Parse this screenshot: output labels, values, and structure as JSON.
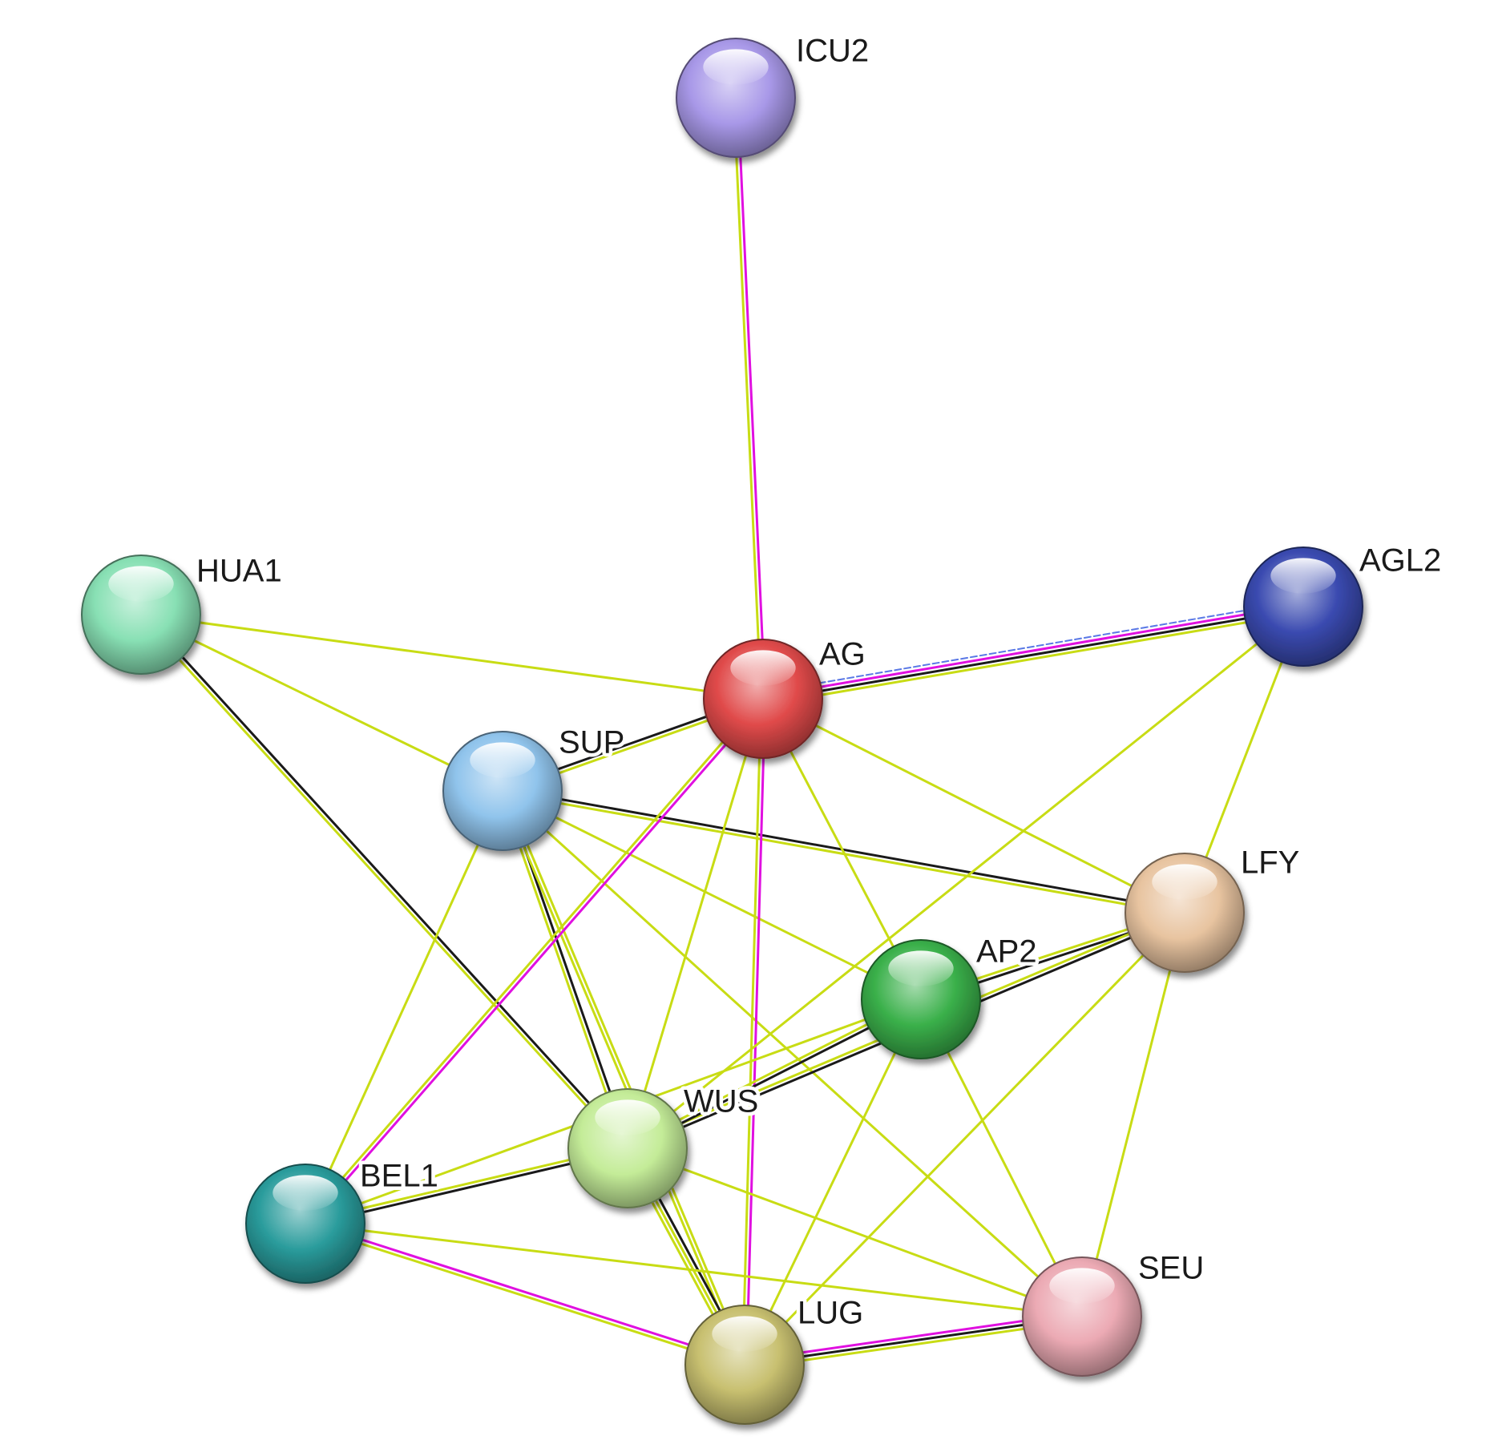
{
  "network": {
    "evidence_colors": {
      "textmining": "#c8dc14",
      "coexpression": "#1a1a1a",
      "experiments": "#e010e0",
      "homology": "#5a78e6"
    },
    "nodes": [
      {
        "id": "ICU2",
        "label": "ICU2",
        "color": "#a898e8"
      },
      {
        "id": "HUA1",
        "label": "HUA1",
        "color": "#88e0b4"
      },
      {
        "id": "AG",
        "label": "AG",
        "color": "#e04a4a"
      },
      {
        "id": "AGL2",
        "label": "AGL2",
        "color": "#3a4ab0"
      },
      {
        "id": "SUP",
        "label": "SUP",
        "color": "#90c4ec"
      },
      {
        "id": "LFY",
        "label": "LFY",
        "color": "#e8c4a0"
      },
      {
        "id": "AP2",
        "label": "AP2",
        "color": "#3ab04a"
      },
      {
        "id": "WUS",
        "label": "WUS",
        "color": "#c4ec98"
      },
      {
        "id": "BEL1",
        "label": "BEL1",
        "color": "#2a9c9c"
      },
      {
        "id": "SEU",
        "label": "SEU",
        "color": "#ecaab4"
      },
      {
        "id": "LUG",
        "label": "LUG",
        "color": "#c8c070"
      }
    ],
    "edges": [
      {
        "source": "ICU2",
        "target": "AG",
        "evidence": [
          "experiments",
          "textmining"
        ]
      },
      {
        "source": "AG",
        "target": "AGL2",
        "evidence": [
          "homology",
          "experiments",
          "coexpression",
          "textmining"
        ]
      },
      {
        "source": "HUA1",
        "target": "AG",
        "evidence": [
          "textmining"
        ]
      },
      {
        "source": "HUA1",
        "target": "SUP",
        "evidence": [
          "textmining"
        ]
      },
      {
        "source": "HUA1",
        "target": "WUS",
        "evidence": [
          "coexpression",
          "textmining"
        ]
      },
      {
        "source": "SUP",
        "target": "AG",
        "evidence": [
          "coexpression",
          "textmining"
        ]
      },
      {
        "source": "SUP",
        "target": "LFY",
        "evidence": [
          "coexpression",
          "textmining"
        ]
      },
      {
        "source": "SUP",
        "target": "AP2",
        "evidence": [
          "textmining"
        ]
      },
      {
        "source": "SUP",
        "target": "WUS",
        "evidence": [
          "coexpression",
          "textmining"
        ]
      },
      {
        "source": "SUP",
        "target": "BEL1",
        "evidence": [
          "textmining"
        ]
      },
      {
        "source": "SUP",
        "target": "SEU",
        "evidence": [
          "textmining"
        ]
      },
      {
        "source": "SUP",
        "target": "LUG",
        "evidence": [
          "textmining",
          "textmining"
        ]
      },
      {
        "source": "AG",
        "target": "LFY",
        "evidence": [
          "textmining"
        ]
      },
      {
        "source": "AG",
        "target": "AP2",
        "evidence": [
          "textmining"
        ]
      },
      {
        "source": "AG",
        "target": "WUS",
        "evidence": [
          "textmining"
        ]
      },
      {
        "source": "AG",
        "target": "BEL1",
        "evidence": [
          "experiments",
          "textmining"
        ]
      },
      {
        "source": "AG",
        "target": "LUG",
        "evidence": [
          "experiments",
          "textmining"
        ]
      },
      {
        "source": "AGL2",
        "target": "LFY",
        "evidence": [
          "textmining"
        ]
      },
      {
        "source": "AGL2",
        "target": "WUS",
        "evidence": [
          "textmining"
        ]
      },
      {
        "source": "LFY",
        "target": "AP2",
        "evidence": [
          "coexpression",
          "textmining"
        ]
      },
      {
        "source": "LFY",
        "target": "WUS",
        "evidence": [
          "coexpression",
          "textmining"
        ]
      },
      {
        "source": "LFY",
        "target": "SEU",
        "evidence": [
          "textmining"
        ]
      },
      {
        "source": "LFY",
        "target": "LUG",
        "evidence": [
          "textmining"
        ]
      },
      {
        "source": "AP2",
        "target": "WUS",
        "evidence": [
          "coexpression",
          "textmining"
        ]
      },
      {
        "source": "AP2",
        "target": "BEL1",
        "evidence": [
          "textmining"
        ]
      },
      {
        "source": "AP2",
        "target": "LUG",
        "evidence": [
          "textmining"
        ]
      },
      {
        "source": "AP2",
        "target": "SEU",
        "evidence": [
          "textmining"
        ]
      },
      {
        "source": "WUS",
        "target": "BEL1",
        "evidence": [
          "coexpression",
          "textmining"
        ]
      },
      {
        "source": "WUS",
        "target": "LUG",
        "evidence": [
          "coexpression",
          "textmining",
          "textmining"
        ]
      },
      {
        "source": "WUS",
        "target": "SEU",
        "evidence": [
          "textmining"
        ]
      },
      {
        "source": "BEL1",
        "target": "LUG",
        "evidence": [
          "experiments",
          "textmining"
        ]
      },
      {
        "source": "BEL1",
        "target": "SEU",
        "evidence": [
          "textmining"
        ]
      },
      {
        "source": "LUG",
        "target": "SEU",
        "evidence": [
          "experiments",
          "coexpression",
          "textmining"
        ]
      }
    ]
  }
}
